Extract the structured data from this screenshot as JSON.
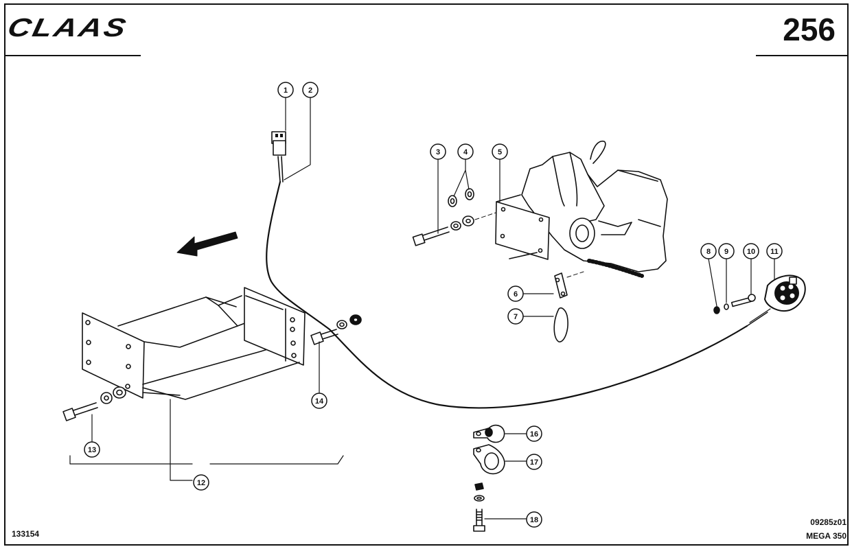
{
  "header": {
    "brand": "CLAAS",
    "page_number": "256"
  },
  "callouts": [
    "1",
    "2",
    "3",
    "4",
    "5",
    "6",
    "7",
    "8",
    "9",
    "10",
    "11",
    "12",
    "13",
    "14",
    "16",
    "17",
    "18"
  ],
  "footer": {
    "doc_number": "133154",
    "drawing_code": "09285z01",
    "model": "MEGA 350"
  }
}
